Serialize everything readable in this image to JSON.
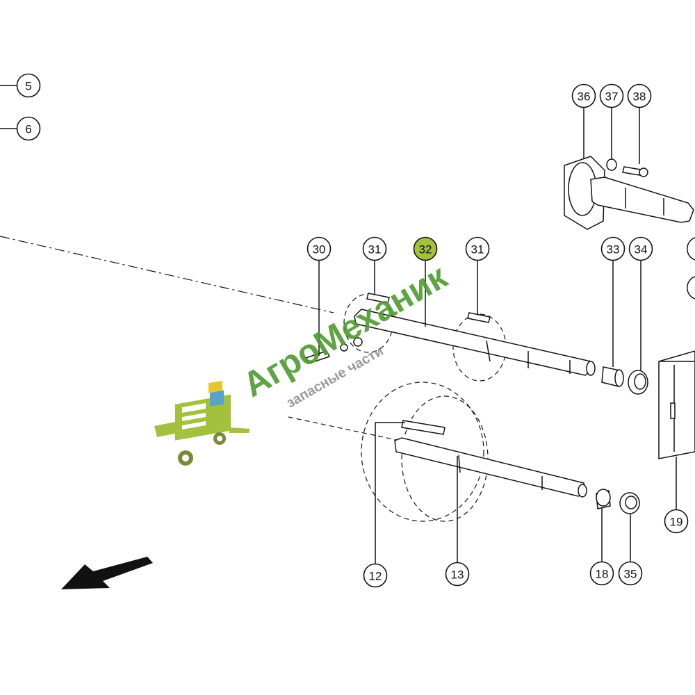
{
  "callouts": [
    "5",
    "6",
    "30",
    "31",
    "32",
    "31",
    "33",
    "34",
    "36",
    "37",
    "38",
    "19",
    "12",
    "13",
    "18",
    "35"
  ],
  "highlight_callout": "32",
  "highlight_color": "#a3c13c",
  "watermark": {
    "brand": "АгроМеханик",
    "tagline": "запасные части",
    "brand_color": "#4e9a2e",
    "icon": "combine-harvester-logo"
  }
}
